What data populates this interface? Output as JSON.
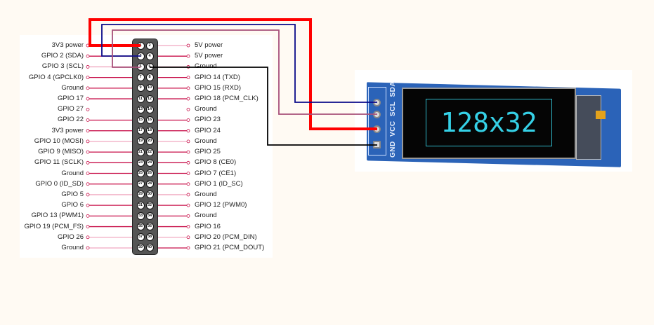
{
  "header": {
    "left_pins": [
      {
        "num": "1",
        "label": "3V3 power"
      },
      {
        "num": "3",
        "label": "GPIO 2 (SDA)"
      },
      {
        "num": "5",
        "label": "GPIO 3 (SCL)"
      },
      {
        "num": "7",
        "label": "GPIO 4 (GPCLK0)"
      },
      {
        "num": "9",
        "label": "Ground"
      },
      {
        "num": "11",
        "label": "GPIO 17"
      },
      {
        "num": "13",
        "label": "GPIO 27"
      },
      {
        "num": "15",
        "label": "GPIO 22"
      },
      {
        "num": "17",
        "label": "3V3 power"
      },
      {
        "num": "19",
        "label": "GPIO 10 (MOSI)"
      },
      {
        "num": "21",
        "label": "GPIO 9 (MISO)"
      },
      {
        "num": "23",
        "label": "GPIO 11 (SCLK)"
      },
      {
        "num": "25",
        "label": "Ground"
      },
      {
        "num": "27",
        "label": "GPIO 0 (ID_SD)"
      },
      {
        "num": "29",
        "label": "GPIO 5"
      },
      {
        "num": "31",
        "label": "GPIO 6"
      },
      {
        "num": "33",
        "label": "GPIO 13 (PWM1)"
      },
      {
        "num": "35",
        "label": "GPIO 19 (PCM_FS)"
      },
      {
        "num": "37",
        "label": "GPIO 26"
      },
      {
        "num": "39",
        "label": "Ground"
      }
    ],
    "right_pins": [
      {
        "num": "2",
        "label": "5V power"
      },
      {
        "num": "4",
        "label": "5V power"
      },
      {
        "num": "6",
        "label": "Ground"
      },
      {
        "num": "8",
        "label": "GPIO 14 (TXD)"
      },
      {
        "num": "10",
        "label": "GPIO 15 (RXD)"
      },
      {
        "num": "12",
        "label": "GPIO 18 (PCM_CLK)"
      },
      {
        "num": "14",
        "label": "Ground"
      },
      {
        "num": "16",
        "label": "GPIO 23"
      },
      {
        "num": "18",
        "label": "GPIO 24"
      },
      {
        "num": "20",
        "label": "Ground"
      },
      {
        "num": "22",
        "label": "GPIO 25"
      },
      {
        "num": "24",
        "label": "GPIO 8 (CE0)"
      },
      {
        "num": "26",
        "label": "GPIO 7 (CE1)"
      },
      {
        "num": "28",
        "label": "GPIO 1 (ID_SC)"
      },
      {
        "num": "30",
        "label": "Ground"
      },
      {
        "num": "32",
        "label": "GPIO 12 (PWM0)"
      },
      {
        "num": "34",
        "label": "Ground"
      },
      {
        "num": "36",
        "label": "GPIO 16"
      },
      {
        "num": "38",
        "label": "GPIO 20 (PCM_DIN)"
      },
      {
        "num": "40",
        "label": "GPIO 21 (PCM_DOUT)"
      }
    ]
  },
  "oled": {
    "pin_labels": "GND VCC SCL SDA",
    "resolution_text": "128x32"
  },
  "colors": {
    "vcc_wire": "#ff0000",
    "sda_wire": "#0a0a8a",
    "scl_wire": "#a8507a",
    "gnd_wire": "#000000",
    "pin_line_dark": "#c8104a",
    "pin_line_light": "#f0a8c0"
  }
}
